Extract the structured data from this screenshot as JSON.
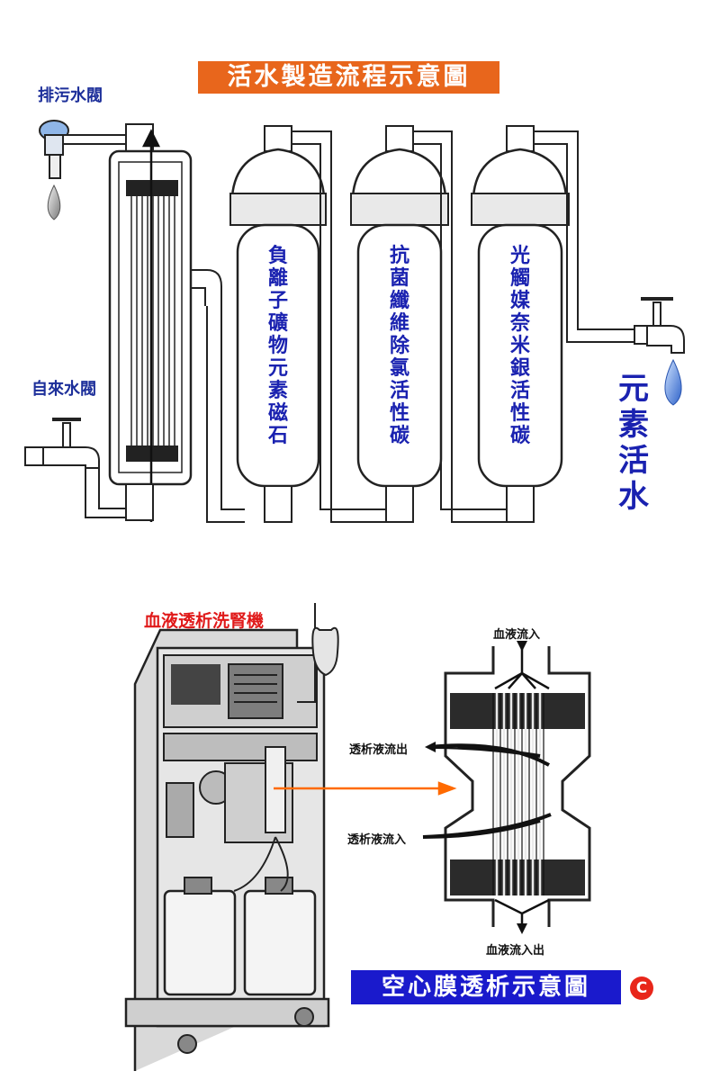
{
  "top_diagram": {
    "title": "活水製造流程示意圖",
    "drain_valve_label": "排污水閥",
    "tap_valve_label": "自來水閥",
    "filters": [
      {
        "label": "負離子礦物元素磁石"
      },
      {
        "label": "抗菌纖維除氯活性碳"
      },
      {
        "label": "光觸媒奈米銀活性碳"
      }
    ],
    "output_label": "元素活水"
  },
  "bottom_diagram": {
    "machine_label": "血液透析洗腎機",
    "blood_in_label": "血液流入",
    "dialysate_out_label": "透析液流出",
    "dialysate_in_label": "透析液流入",
    "blood_out_label": "血液流入出",
    "title": "空心膜透析示意圖",
    "copyright_mark": "C"
  },
  "colors": {
    "orange_banner": "#e8661c",
    "blue_banner": "#1a1acc",
    "label_blue": "#1a22b0",
    "label_red": "#e01a1a",
    "water_drop": "#3a7ad8",
    "pointer_orange": "#ff6a00"
  }
}
